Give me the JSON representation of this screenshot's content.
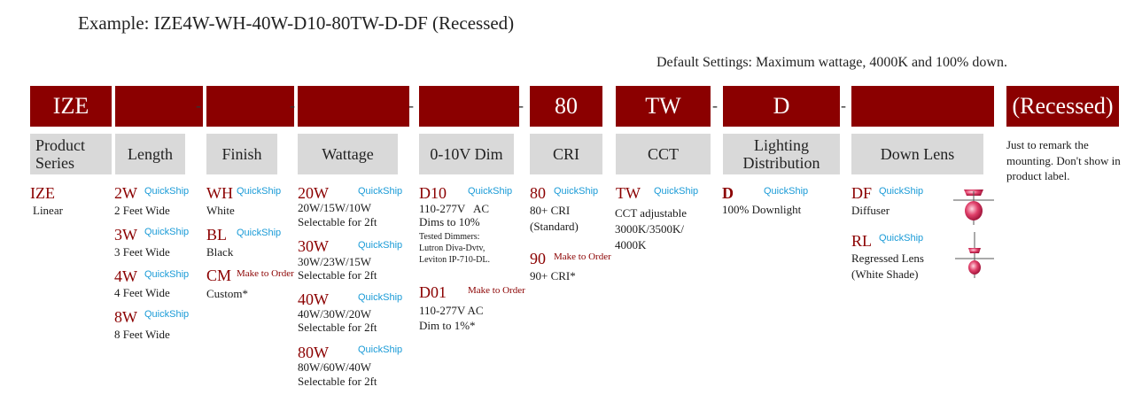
{
  "example": "Example: IZE4W-WH-40W-D10-80TW-D-DF (Recessed)",
  "defaults": "Default Settings: Maximum wattage, 4000K and 100% down.",
  "headers": [
    "IZE",
    "",
    "",
    "",
    "",
    "80",
    "TW",
    "D",
    "",
    "(Recessed)"
  ],
  "labels": [
    "Product Series",
    "Length",
    "Finish",
    "Wattage",
    "0-10V Dim",
    "CRI",
    "CCT",
    "Lighting Distribution",
    "Down Lens"
  ],
  "note": "Just to remark the mounting. Don't show in product label.",
  "quickship": "QuickShip",
  "make_to_order": "Make to Order",
  "series": {
    "code": "IZE",
    "desc": "Linear"
  },
  "length": [
    {
      "code": "2W",
      "desc": "2 Feet Wide"
    },
    {
      "code": "3W",
      "desc": "3 Feet Wide"
    },
    {
      "code": "4W",
      "desc": "4 Feet Wide"
    },
    {
      "code": "8W",
      "desc": "8 Feet Wide"
    }
  ],
  "finish": [
    {
      "code": "WH",
      "desc": "White"
    },
    {
      "code": "BL",
      "desc": "Black"
    },
    {
      "code": "CM",
      "desc": "Custom*"
    }
  ],
  "wattage": [
    {
      "code": "20W",
      "desc1": "20W/15W/10W",
      "desc2": "Selectable for 2ft"
    },
    {
      "code": "30W",
      "desc1": "30W/23W/15W",
      "desc2": "Selectable for 2ft"
    },
    {
      "code": "40W",
      "desc1": "40W/30W/20W",
      "desc2": "Selectable for 2ft"
    },
    {
      "code": "80W",
      "desc1": "80W/60W/40W",
      "desc2": "Selectable for 2ft"
    }
  ],
  "dim": [
    {
      "code": "D10",
      "desc1": "110-277V   AC",
      "desc2": "Dims to 10%",
      "tested": [
        "Tested Dimmers:",
        "Lutron Diva-Dvtv,",
        "Leviton IP-710-DL."
      ]
    },
    {
      "code": "D01",
      "desc1": "110-277V AC",
      "desc2": "Dim to 1%*"
    }
  ],
  "cri": [
    {
      "code": "80",
      "desc1": "80+ CRI",
      "desc2": "(Standard)"
    },
    {
      "code": "90",
      "desc1": "90+ CRI*"
    }
  ],
  "cct": {
    "code": "TW",
    "desc1": "CCT adjustable",
    "desc2": "3000K/3500K/",
    "desc3": "4000K"
  },
  "distribution": {
    "code": "D",
    "desc": "100% Downlight"
  },
  "lens": [
    {
      "code": "DF",
      "desc1": "Diffuser"
    },
    {
      "code": "RL",
      "desc1": "Regressed Lens",
      "desc2": "(White Shade)"
    }
  ],
  "colors": {
    "brand": "#8b0000",
    "label_bg": "#d9d9d9",
    "quickship": "#1a9bd7"
  }
}
